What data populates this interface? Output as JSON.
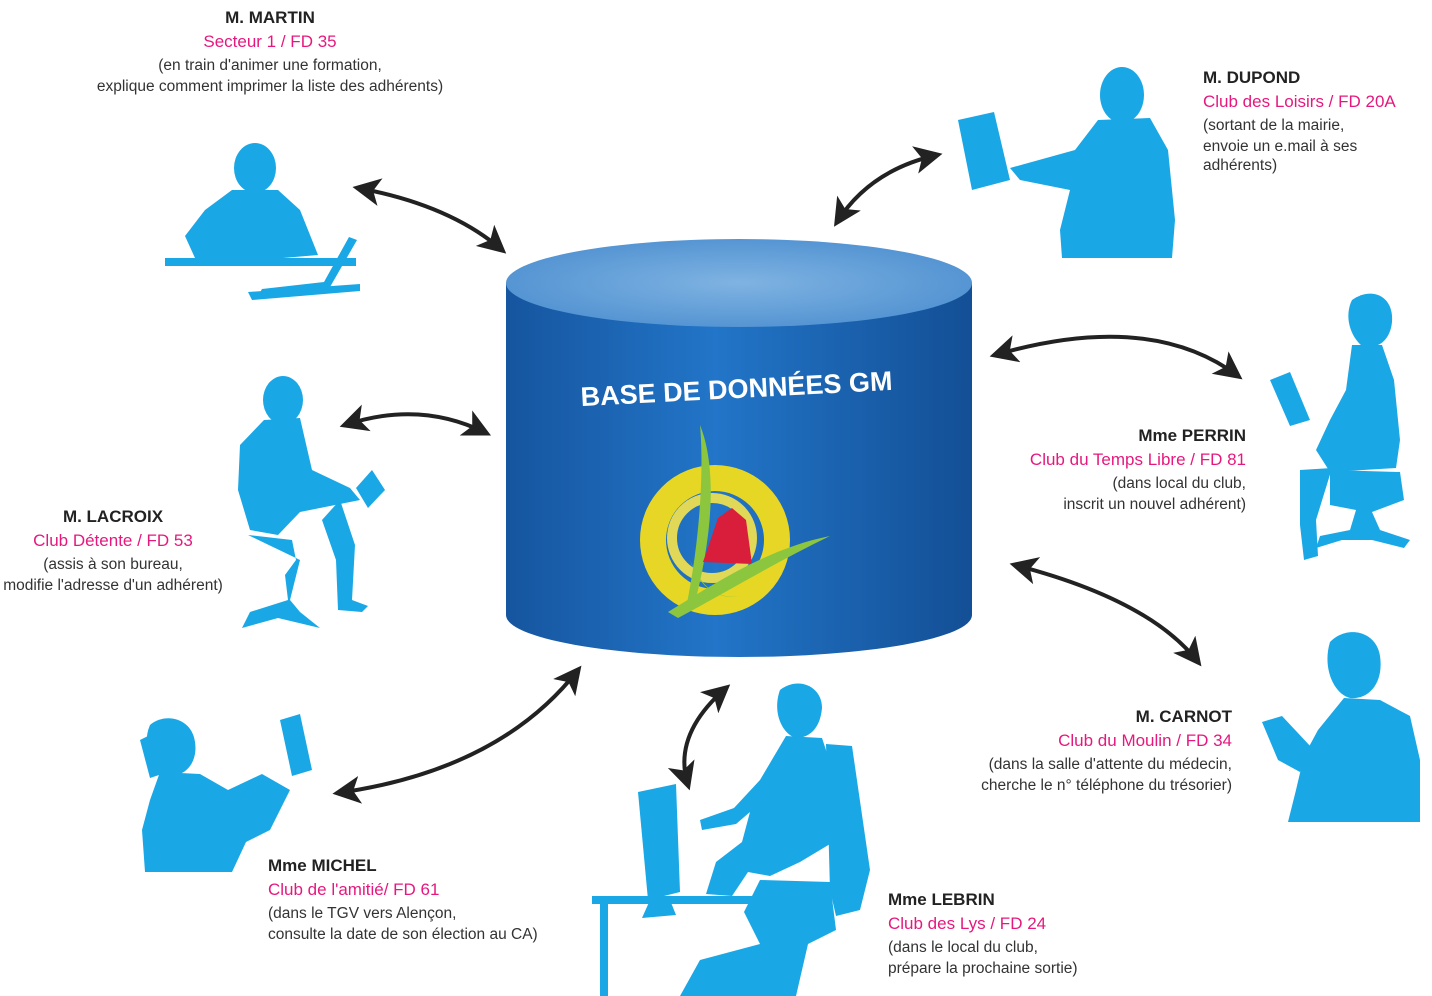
{
  "colors": {
    "silhouette": "#1aa7e6",
    "accent": "#e6187e",
    "arrow": "#222222",
    "cylinder_dark": "#1457a3",
    "cylinder_mid": "#1f6fc4",
    "cylinder_top": "#5a9bd6",
    "logo_yellow": "#f2dc1c",
    "logo_green": "#8cc63f",
    "logo_red": "#d81e3a"
  },
  "database": {
    "title": "BASE DE DONNÉES GM",
    "logo": "generations-mouvement-logo"
  },
  "users": [
    {
      "id": "martin",
      "icon": "man-laptop-desk-icon",
      "name": "M. MARTIN",
      "club": "Secteur 1 / FD 35",
      "desc_line1": "(en train d'animer une formation,",
      "desc_line2": "explique comment imprimer la liste des adhérents)"
    },
    {
      "id": "dupond",
      "icon": "man-tablet-icon",
      "name": "M. DUPOND",
      "club": "Club des Loisirs / FD 20A",
      "desc_line1": "(sortant de la mairie,",
      "desc_line2": "envoie un e.mail à ses adhérents)"
    },
    {
      "id": "lacroix",
      "icon": "man-laptop-chair-icon",
      "name": "M. LACROIX",
      "club": "Club Détente / FD 53",
      "desc_line1": "(assis à son bureau,",
      "desc_line2": "modifie l'adresse d'un adhérent)"
    },
    {
      "id": "perrin",
      "icon": "woman-laptop-chair-icon",
      "name": "Mme PERRIN",
      "club": "Club du Temps Libre / FD 81",
      "desc_line1": "(dans local du club,",
      "desc_line2": "inscrit un nouvel adhérent)"
    },
    {
      "id": "carnot",
      "icon": "man-phone-icon",
      "name": "M. CARNOT",
      "club": "Club du Moulin / FD 34",
      "desc_line1": "(dans la salle d'attente du médecin,",
      "desc_line2": "cherche le n° téléphone du trésorier)"
    },
    {
      "id": "michel",
      "icon": "woman-phone-tablet-icon",
      "name": "Mme MICHEL",
      "club": "Club de l'amitié/ FD 61",
      "desc_line1": "(dans le TGV vers Alençon,",
      "desc_line2": "consulte la date de son élection au CA)"
    },
    {
      "id": "lebrin",
      "icon": "woman-desktop-computer-icon",
      "name": "Mme LEBRIN",
      "club": "Club des Lys / FD 24",
      "desc_line1": "(dans le local du club,",
      "desc_line2": "prépare la prochaine sortie)"
    }
  ]
}
